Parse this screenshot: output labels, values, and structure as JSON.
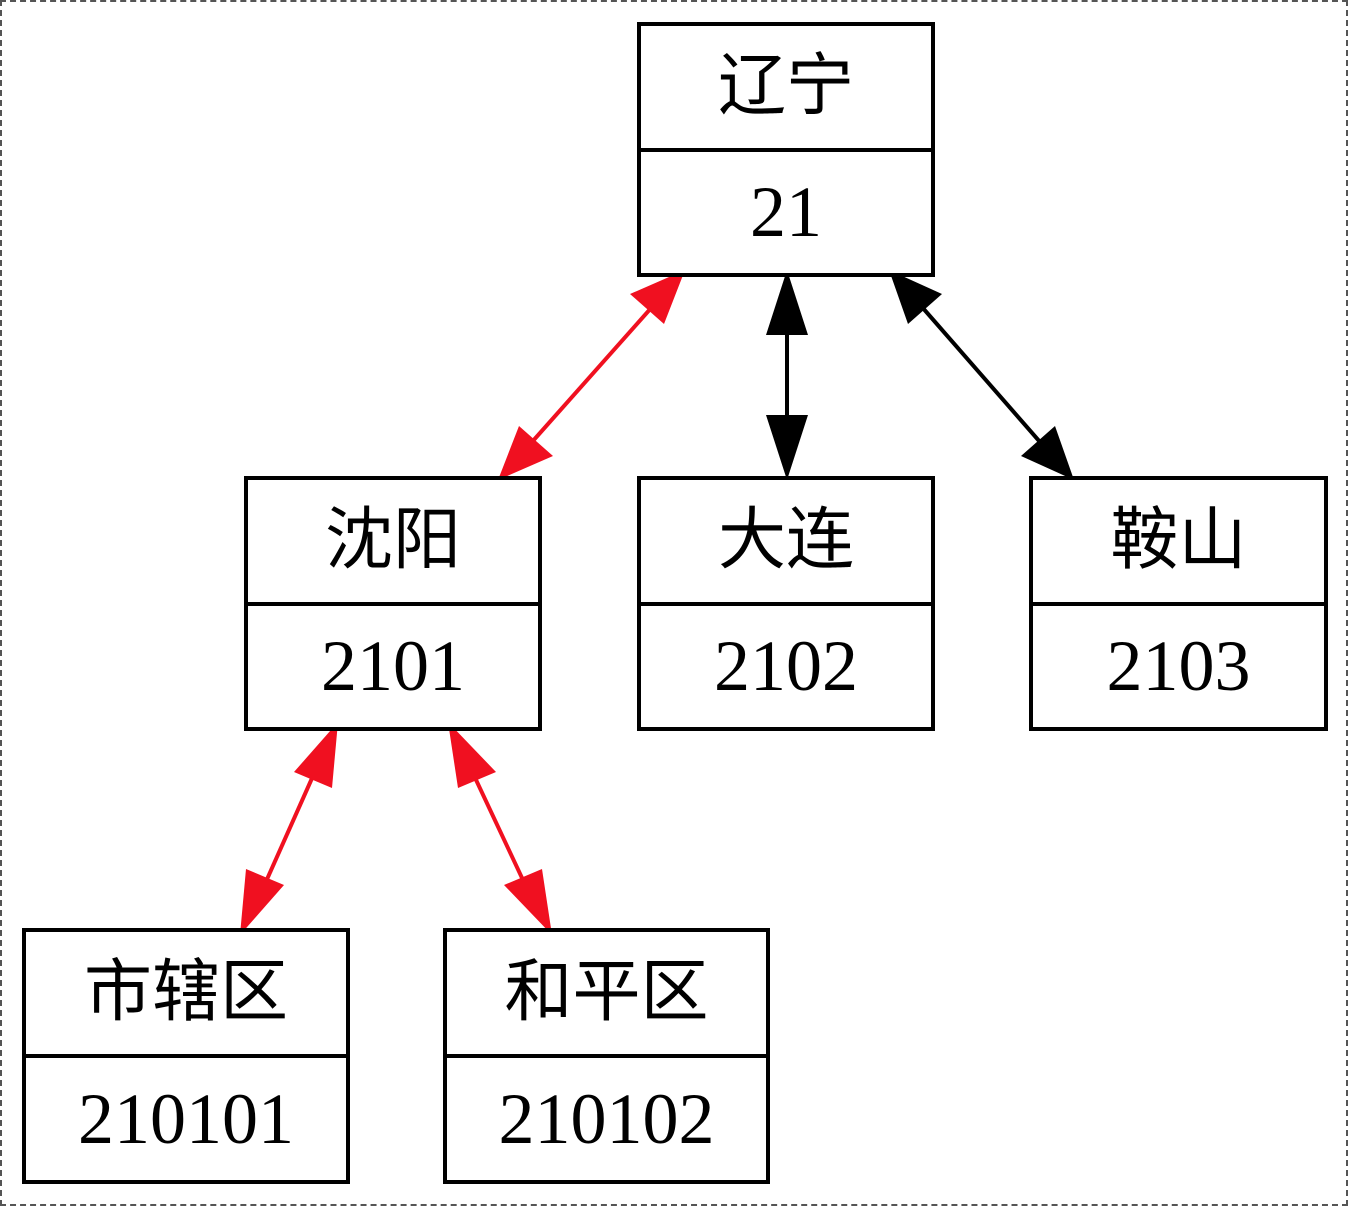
{
  "diagram": {
    "nodes": [
      {
        "id": "liaoning",
        "name": "辽宁",
        "code": "21"
      },
      {
        "id": "shenyang",
        "name": "沈阳",
        "code": "2101"
      },
      {
        "id": "dalian",
        "name": "大连",
        "code": "2102"
      },
      {
        "id": "anshan",
        "name": "鞍山",
        "code": "2103"
      },
      {
        "id": "shixiaqu",
        "name": "市辖区",
        "code": "210101"
      },
      {
        "id": "hepingqu",
        "name": "和平区",
        "code": "210102"
      }
    ],
    "edges": [
      {
        "from": "liaoning",
        "to": "shenyang",
        "direction": "both",
        "color": "#f01020"
      },
      {
        "from": "liaoning",
        "to": "dalian",
        "direction": "both",
        "color": "#000000"
      },
      {
        "from": "liaoning",
        "to": "anshan",
        "direction": "both",
        "color": "#000000"
      },
      {
        "from": "shenyang",
        "to": "shixiaqu",
        "direction": "both",
        "color": "#f01020"
      },
      {
        "from": "shenyang",
        "to": "hepingqu",
        "direction": "both",
        "color": "#f01020"
      }
    ]
  }
}
